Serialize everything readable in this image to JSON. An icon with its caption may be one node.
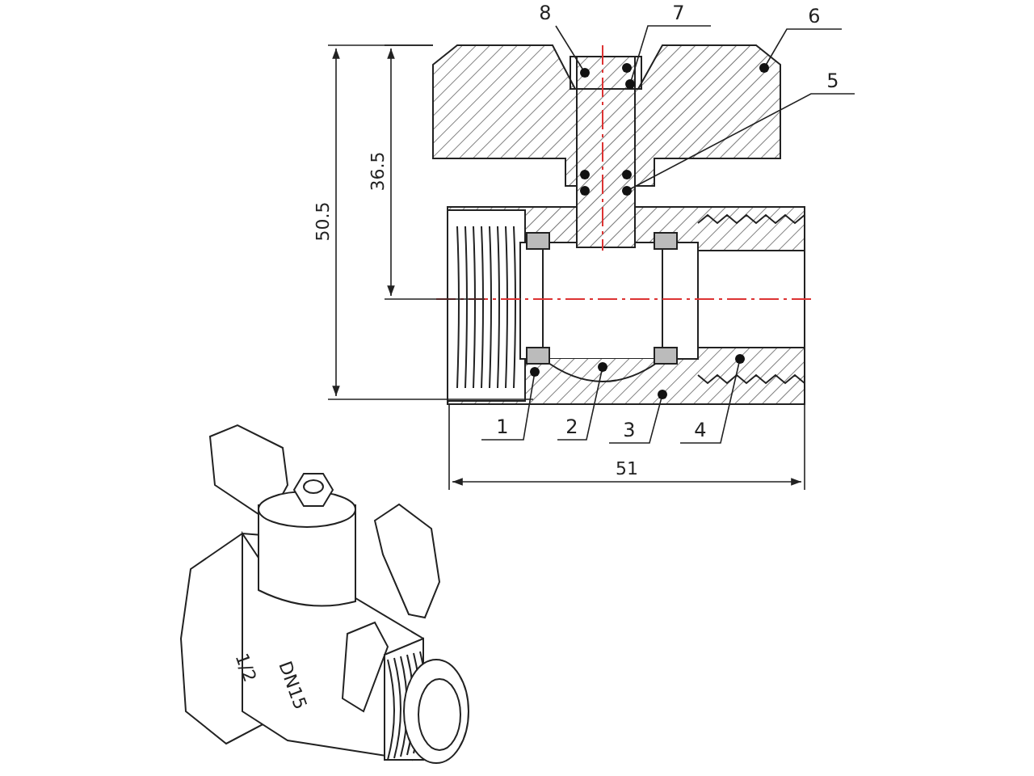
{
  "diagram": {
    "nodes": [
      {
        "text": [
          "1"
        ]
      },
      {
        "text": [
          "2"
        ]
      },
      {
        "text": [
          "3"
        ]
      },
      {
        "text": [
          "4"
        ]
      },
      {
        "text": [
          "5"
        ]
      },
      {
        "text": [
          "6"
        ]
      },
      {
        "text": [
          "7"
        ]
      },
      {
        "text": [
          "8"
        ]
      }
    ],
    "edges": [
      {
        "from": 0,
        "to": null,
        "arrow": "other"
      },
      {
        "from": 1,
        "to": null,
        "arrow": "other"
      },
      {
        "from": 2,
        "to": null,
        "arrow": "other"
      },
      {
        "from": 3,
        "to": null,
        "arrow": "other"
      },
      {
        "from": 4,
        "to": null,
        "arrow": "other"
      },
      {
        "from": 5,
        "to": null,
        "arrow": "other"
      },
      {
        "from": 6,
        "to": null,
        "arrow": "other"
      },
      {
        "from": 7,
        "to": null,
        "arrow": "other"
      }
    ],
    "labels": [
      "50.5",
      "36.5",
      "51",
      "1/2",
      "DN15"
    ]
  }
}
